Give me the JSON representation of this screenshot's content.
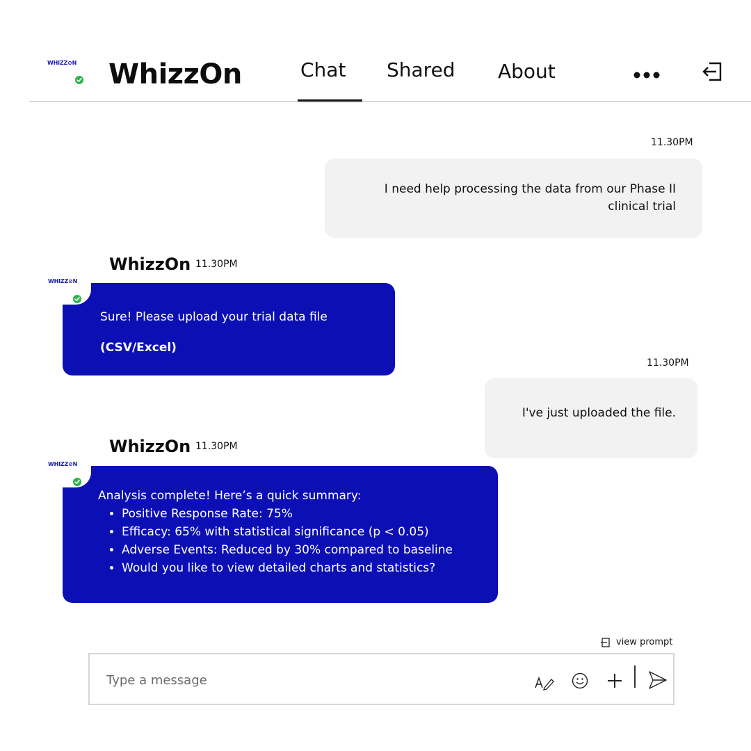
{
  "header": {
    "logo_text": "WHIZZ⊘N",
    "title": "WhizzOn",
    "tabs": [
      {
        "label": "Chat",
        "active": true
      },
      {
        "label": "Shared",
        "active": false
      },
      {
        "label": "About",
        "active": false
      }
    ],
    "more_icon": "more-horizontal-icon",
    "logout_icon": "logout-icon"
  },
  "colors": {
    "bot_bubble": "#0c0fb4",
    "user_bubble": "#f2f2f2",
    "status_online": "#2fb34a",
    "logo": "#1a1ab4"
  },
  "messages": [
    {
      "sender": "user",
      "time": "11.30PM",
      "lines": [
        "I need help processing the data from our Phase II",
        "clinical trial"
      ]
    },
    {
      "sender": "bot",
      "name": "WhizzOn",
      "time": "11.30PM",
      "avatar_logo": "WHIZZ⊘N",
      "line1": "Sure! Please upload your trial data file",
      "line2": "(CSV/Excel)"
    },
    {
      "sender": "user",
      "time": "11.30PM",
      "text": "I've just uploaded the file."
    },
    {
      "sender": "bot",
      "name": "WhizzOn",
      "time": "11.30PM",
      "avatar_logo": "WHIZZ⊘N",
      "intro": "Analysis complete! Here’s a quick summary:",
      "bullets": [
        "Positive Response Rate: 75%",
        "Efficacy: 65% with statistical significance (p < 0.05)",
        "Adverse Events: Reduced by 30% compared to baseline",
        "Would you like to view detailed charts and statistics?"
      ]
    }
  ],
  "composer": {
    "view_prompt_label": "view prompt",
    "placeholder": "Type a message",
    "value": "",
    "icons": [
      "format-text-icon",
      "emoji-icon",
      "plus-icon",
      "send-icon"
    ]
  }
}
